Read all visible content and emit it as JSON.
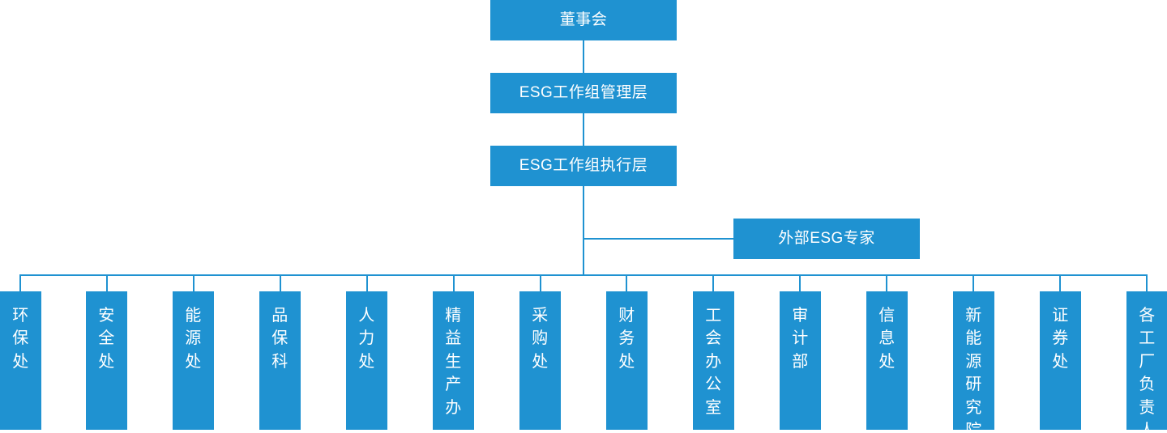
{
  "diagram": {
    "title_node": "董事会",
    "accent_color": "#1F92D1",
    "text_color": "#FFFFFF",
    "background_color": "#FFFFFF",
    "levels": {
      "level1": {
        "label": "董事会"
      },
      "level2": {
        "label": "ESG工作组管理层"
      },
      "level3": {
        "label": "ESG工作组执行层"
      },
      "aside": {
        "label": "外部ESG专家"
      }
    },
    "departments": [
      {
        "label": "环保处"
      },
      {
        "label": "安全处"
      },
      {
        "label": "能源处"
      },
      {
        "label": "品保科"
      },
      {
        "label": "人力处"
      },
      {
        "label": "精益生产办"
      },
      {
        "label": "采购处"
      },
      {
        "label": "财务处"
      },
      {
        "label": "工会办公室"
      },
      {
        "label": "审计部"
      },
      {
        "label": "信息处"
      },
      {
        "label": "新能源研究院"
      },
      {
        "label": "证券处"
      },
      {
        "label": "各工厂负责人"
      }
    ]
  }
}
